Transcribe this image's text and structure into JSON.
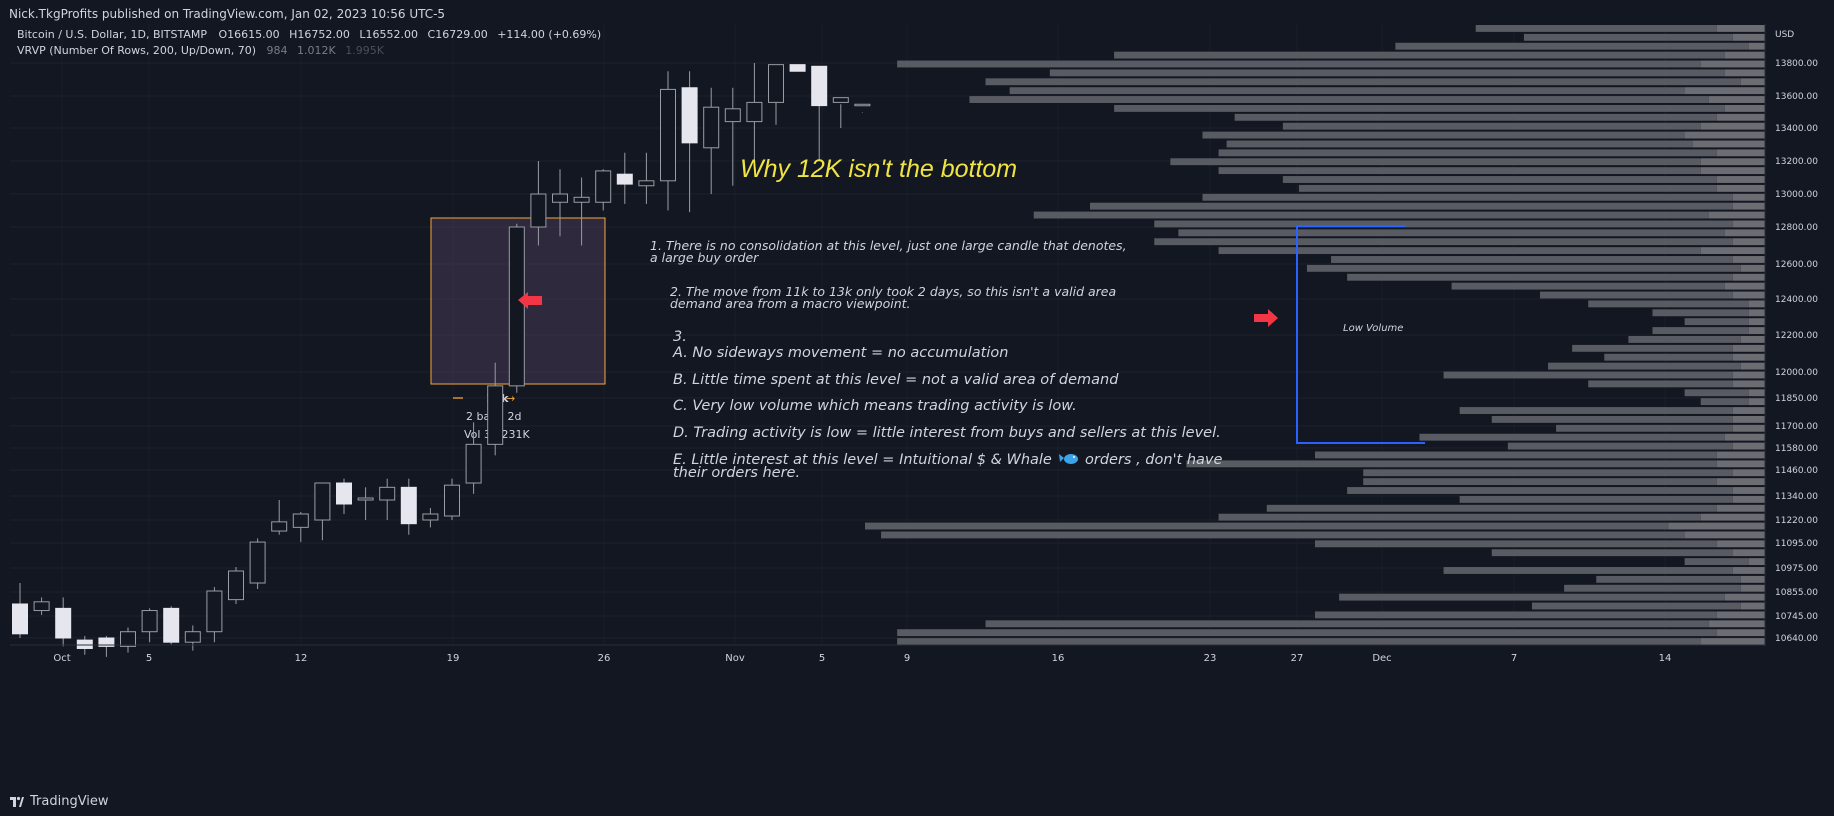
{
  "header": {
    "publisher": "Nick.TkgProfits published on TradingView.com, Jan 02, 2023 10:56 UTC-5",
    "symbol_line": "Bitcoin / U.S. Dollar, 1D, BITSTAMP",
    "ohlc": {
      "o": "O16615.00",
      "h": "H16752.00",
      "l": "L16552.00",
      "c": "C16729.00",
      "change": "+114.00 (+0.69%)"
    },
    "indicator": "VRVP (Number Of Rows, 200, Up/Down, 70)",
    "indicator_values": [
      "984",
      "1.012K",
      "1.995K"
    ]
  },
  "footer": {
    "brand": "TradingView"
  },
  "colors": {
    "background": "#131722",
    "candle_fill": "#e6e6ef",
    "candle_border": "#9a9ca3",
    "volume_bar": "#5d5f66",
    "highlight_box": "#f5a53a",
    "arrow_red": "#f23645",
    "bracket_blue": "#2962ff",
    "title_yellow": "#f0e442"
  },
  "chart_data": {
    "type": "candlestick",
    "currency": "USD",
    "y_ticks": [
      "13800.00",
      "13600.00",
      "13400.00",
      "13200.00",
      "13000.00",
      "12800.00",
      "12600.00",
      "12400.00",
      "12200.00",
      "12000.00",
      "11850.00",
      "11700.00",
      "11580.00",
      "11460.00",
      "11340.00",
      "11220.00",
      "11095.00",
      "10975.00",
      "10855.00",
      "10745.00",
      "10640.00"
    ],
    "x_ticks": [
      "Oct",
      "5",
      "12",
      "19",
      "26",
      "Nov",
      "5",
      "9",
      "16",
      "23",
      "27",
      "Dec",
      "7",
      "14"
    ],
    "candles": [
      {
        "o": 10800,
        "h": 10900,
        "l": 10640,
        "c": 10660
      },
      {
        "o": 10770,
        "h": 10830,
        "l": 10750,
        "c": 10810
      },
      {
        "o": 10780,
        "h": 10830,
        "l": 10600,
        "c": 10640
      },
      {
        "o": 10630,
        "h": 10650,
        "l": 10560,
        "c": 10590
      },
      {
        "o": 10640,
        "h": 10650,
        "l": 10550,
        "c": 10600
      },
      {
        "o": 10600,
        "h": 10690,
        "l": 10570,
        "c": 10670
      },
      {
        "o": 10670,
        "h": 10780,
        "l": 10620,
        "c": 10770
      },
      {
        "o": 10780,
        "h": 10790,
        "l": 10610,
        "c": 10620
      },
      {
        "o": 10620,
        "h": 10700,
        "l": 10580,
        "c": 10670
      },
      {
        "o": 10670,
        "h": 10880,
        "l": 10620,
        "c": 10860
      },
      {
        "o": 10820,
        "h": 10980,
        "l": 10800,
        "c": 10960
      },
      {
        "o": 10900,
        "h": 11120,
        "l": 10870,
        "c": 11100
      },
      {
        "o": 11160,
        "h": 11320,
        "l": 11140,
        "c": 11210
      },
      {
        "o": 11180,
        "h": 11260,
        "l": 11100,
        "c": 11250
      },
      {
        "o": 11220,
        "h": 11380,
        "l": 11110,
        "c": 11400
      },
      {
        "o": 11400,
        "h": 11420,
        "l": 11250,
        "c": 11300
      },
      {
        "o": 11320,
        "h": 11380,
        "l": 11220,
        "c": 11330
      },
      {
        "o": 11320,
        "h": 11420,
        "l": 11220,
        "c": 11380
      },
      {
        "o": 11380,
        "h": 11420,
        "l": 11140,
        "c": 11200
      },
      {
        "o": 11220,
        "h": 11280,
        "l": 11180,
        "c": 11250
      },
      {
        "o": 11240,
        "h": 11420,
        "l": 11220,
        "c": 11390
      },
      {
        "o": 11400,
        "h": 11720,
        "l": 11350,
        "c": 11600
      },
      {
        "o": 11600,
        "h": 12050,
        "l": 11540,
        "c": 11920
      },
      {
        "o": 11920,
        "h": 12820,
        "l": 11880,
        "c": 12800
      },
      {
        "o": 12800,
        "h": 13200,
        "l": 12700,
        "c": 13000
      },
      {
        "o": 12950,
        "h": 13150,
        "l": 12750,
        "c": 13000
      },
      {
        "o": 12950,
        "h": 13100,
        "l": 12700,
        "c": 12980
      },
      {
        "o": 12950,
        "h": 13150,
        "l": 12900,
        "c": 13140
      },
      {
        "o": 13120,
        "h": 13250,
        "l": 12940,
        "c": 13060
      },
      {
        "o": 13050,
        "h": 13250,
        "l": 12940,
        "c": 13080
      },
      {
        "o": 13080,
        "h": 13750,
        "l": 12900,
        "c": 13640
      },
      {
        "o": 13650,
        "h": 13850,
        "l": 12890,
        "c": 13310
      },
      {
        "o": 13280,
        "h": 13650,
        "l": 13000,
        "c": 13530
      },
      {
        "o": 13440,
        "h": 13650,
        "l": 13050,
        "c": 13520
      },
      {
        "o": 13440,
        "h": 13800,
        "l": 13150,
        "c": 13560
      },
      {
        "o": 13560,
        "h": 13950,
        "l": 13420,
        "c": 13810
      },
      {
        "o": 13790,
        "h": 13830,
        "l": 13750,
        "c": 13750
      },
      {
        "o": 13780,
        "h": 13830,
        "l": 13200,
        "c": 13540
      },
      {
        "o": 13560,
        "h": 14050,
        "l": 13400,
        "c": 14010
      },
      {
        "o": 13950,
        "h": 14100,
        "l": 13500,
        "c": 14050
      }
    ],
    "volume_profile": [
      {
        "up": 150,
        "down": 30
      },
      {
        "up": 130,
        "down": 20
      },
      {
        "up": 220,
        "down": 10
      },
      {
        "up": 380,
        "down": 25
      },
      {
        "up": 500,
        "down": 40
      },
      {
        "up": 420,
        "down": 25
      },
      {
        "up": 470,
        "down": 15
      },
      {
        "up": 420,
        "down": 50
      },
      {
        "up": 460,
        "down": 35
      },
      {
        "up": 380,
        "down": 25
      },
      {
        "up": 300,
        "down": 30
      },
      {
        "up": 260,
        "down": 40
      },
      {
        "up": 300,
        "down": 50
      },
      {
        "up": 290,
        "down": 45
      },
      {
        "up": 310,
        "down": 30
      },
      {
        "up": 330,
        "down": 40
      },
      {
        "up": 300,
        "down": 40
      },
      {
        "up": 270,
        "down": 30
      },
      {
        "up": 260,
        "down": 30
      },
      {
        "up": 330,
        "down": 20
      },
      {
        "up": 400,
        "down": 20
      },
      {
        "up": 420,
        "down": 35
      },
      {
        "up": 360,
        "down": 20
      },
      {
        "up": 340,
        "down": 25
      },
      {
        "up": 360,
        "down": 20
      },
      {
        "up": 300,
        "down": 40
      },
      {
        "up": 250,
        "down": 20
      },
      {
        "up": 270,
        "down": 15
      },
      {
        "up": 240,
        "down": 20
      },
      {
        "up": 170,
        "down": 25
      },
      {
        "up": 120,
        "down": 20
      },
      {
        "up": 100,
        "down": 10
      },
      {
        "up": 60,
        "down": 10
      },
      {
        "up": 40,
        "down": 10
      },
      {
        "up": 60,
        "down": 10
      },
      {
        "up": 70,
        "down": 15
      },
      {
        "up": 100,
        "down": 20
      },
      {
        "up": 80,
        "down": 20
      },
      {
        "up": 120,
        "down": 15
      },
      {
        "up": 180,
        "down": 20
      },
      {
        "up": 90,
        "down": 20
      },
      {
        "up": 40,
        "down": 10
      },
      {
        "up": 30,
        "down": 10
      },
      {
        "up": 170,
        "down": 20
      },
      {
        "up": 150,
        "down": 20
      },
      {
        "up": 110,
        "down": 20
      },
      {
        "up": 190,
        "down": 25
      },
      {
        "up": 140,
        "down": 20
      },
      {
        "up": 250,
        "down": 30
      },
      {
        "up": 330,
        "down": 30
      },
      {
        "up": 230,
        "down": 20
      },
      {
        "up": 220,
        "down": 30
      },
      {
        "up": 240,
        "down": 20
      },
      {
        "up": 170,
        "down": 20
      },
      {
        "up": 280,
        "down": 30
      },
      {
        "up": 300,
        "down": 40
      },
      {
        "up": 500,
        "down": 60
      },
      {
        "up": 500,
        "down": 50
      },
      {
        "up": 250,
        "down": 30
      },
      {
        "up": 150,
        "down": 20
      },
      {
        "up": 40,
        "down": 10
      },
      {
        "up": 180,
        "down": 20
      },
      {
        "up": 90,
        "down": 15
      },
      {
        "up": 110,
        "down": 15
      },
      {
        "up": 240,
        "down": 25
      },
      {
        "up": 130,
        "down": 15
      },
      {
        "up": 250,
        "down": 30
      },
      {
        "up": 450,
        "down": 35
      },
      {
        "up": 510,
        "down": 30
      },
      {
        "up": 500,
        "down": 40
      }
    ]
  },
  "annotations": {
    "title": "Why 12K isn't the bottom",
    "point1": [
      "1.  There is no consolidation at this level, just one large candle that denotes,",
      "a large buy order"
    ],
    "point2": [
      "2.  The move from 11k to 13k only took 2 days, so this isn't a valid area",
      "demand area from a macro viewpoint."
    ],
    "point3": "3.",
    "pointA": "A.  No sideways movement = no accumulation",
    "pointB": "B. Little time spent at this level = not a valid area of demand",
    "pointC": "C. Very low volume which means trading activity is low.",
    "pointD": "D. Trading activity is low = little interest from buys and sellers at this level.",
    "pointE": [
      "E. Little interest at this level = Intuitional $ & Whale",
      "orders , don't have",
      "their orders here."
    ],
    "low_volume": "Low Volume",
    "box_label": "12k",
    "box_bars": "2 bars, 2d",
    "box_vol": "Vol 35.231K"
  }
}
